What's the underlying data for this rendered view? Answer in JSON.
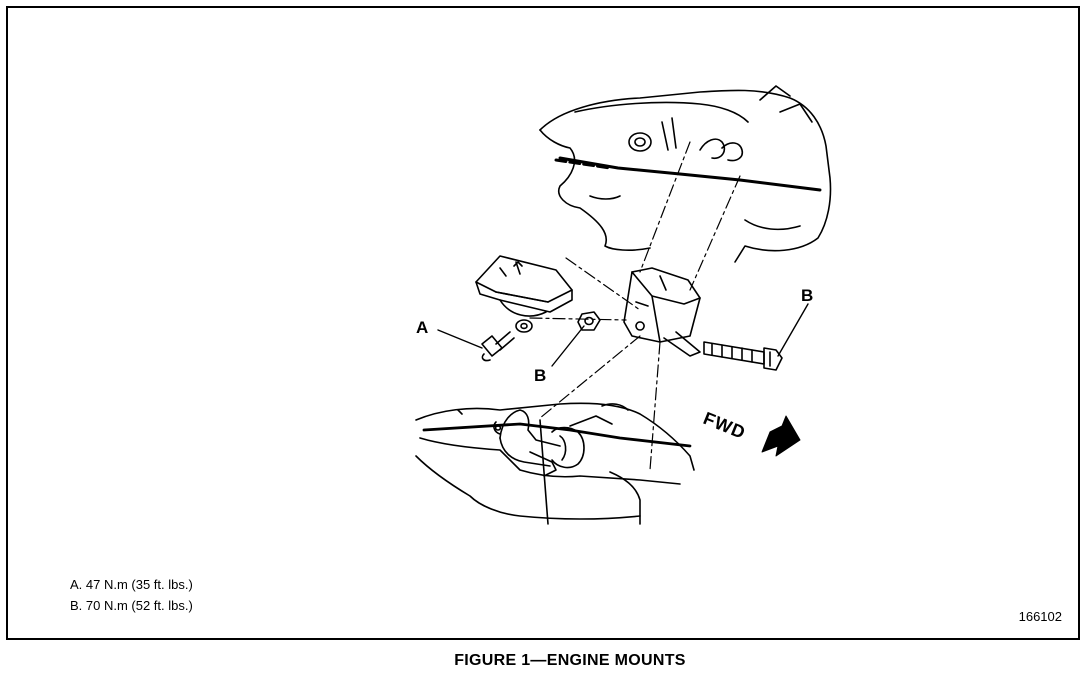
{
  "callouts": {
    "a": "A",
    "b_bolt": "B",
    "b_nut": "B"
  },
  "direction": {
    "label": "FWD"
  },
  "torque_specs": [
    "A.  47 N.m (35 ft. lbs.)",
    "B.  70 N.m (52 ft. lbs.)"
  ],
  "figure_number": "166102",
  "caption": "FIGURE 1—ENGINE MOUNTS"
}
